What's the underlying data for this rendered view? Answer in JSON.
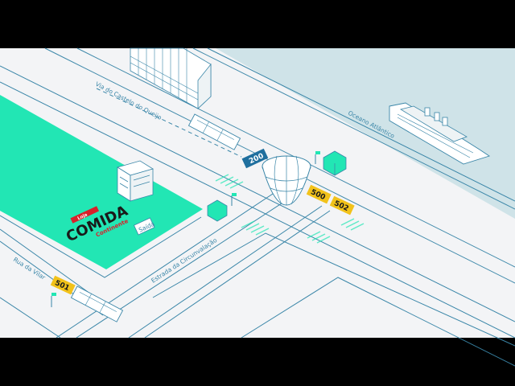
{
  "colors": {
    "letterbox": "#000000",
    "land": "#f3f4f6",
    "ocean": "#cfe3e8",
    "line": "#3a86a8",
    "green": "#22e6b4",
    "route_yellow": "#f2c21a",
    "route_blue": "#1f6f9e",
    "brand_red": "#d8202a"
  },
  "map": {
    "ocean_label": "Oceano Atlântico",
    "streets": {
      "castelo": "Via do Castelo do Queijo",
      "circunvalacao": "Estrada da Circunvalação",
      "vilar": "Rua da Vilar"
    },
    "stops": {
      "north": "200",
      "east_a": "500",
      "east_b": "502",
      "west": "501"
    },
    "store": {
      "tag": "Loja",
      "name": "COMIDA",
      "subname": "Continente",
      "exit_label": "Saída"
    },
    "icons": [
      "bus-icon",
      "ship-icon",
      "building-icon",
      "roundabout-globe-icon",
      "bus-stop-flag-icon",
      "shop-icon"
    ]
  }
}
